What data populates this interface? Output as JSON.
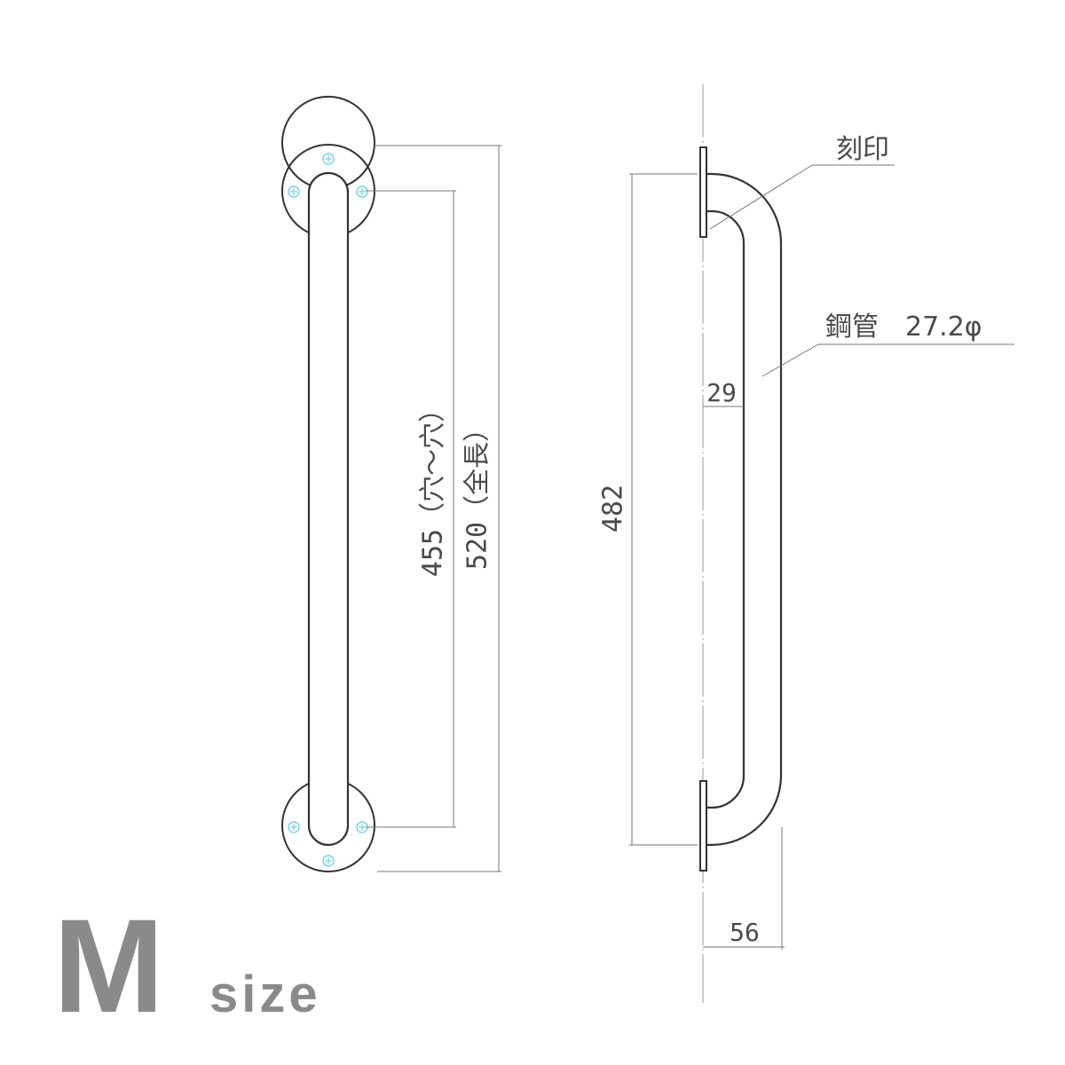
{
  "front_view": {
    "hole_to_hole_label": "455（穴～穴）",
    "overall_length_label": "520（全長）"
  },
  "side_view": {
    "height_label": "482",
    "inner_gap_label": "29",
    "projection_label": "56",
    "marking_label": "刻印",
    "pipe_label": "鋼管　27.2φ"
  },
  "size_badge": {
    "letter": "M",
    "word": "size"
  },
  "colors": {
    "line": "#333333",
    "thin_line": "#666666",
    "screw": "#5bc8e0",
    "badge": "#8a8a8a"
  }
}
